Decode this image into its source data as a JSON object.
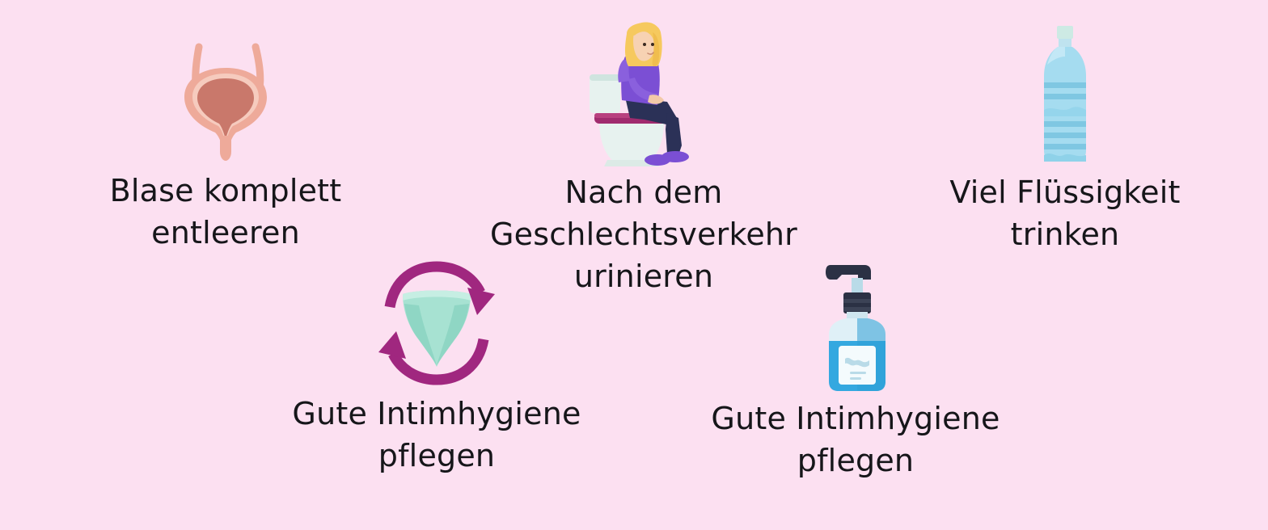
{
  "background_color": "#fce0f1",
  "text_color": "#16161a",
  "accent_color": "#a0277f",
  "tips": [
    {
      "id": "bladder",
      "icon": "bladder-icon",
      "label": "Blase komplett\nentleeren",
      "colors": {
        "wall": "#eeaa9a",
        "inner": "#c9786b",
        "ureter": "#eeaa9a"
      }
    },
    {
      "id": "toilet",
      "icon": "woman-on-toilet-icon",
      "label": "Nach dem\nGeschlechtsverkehr\nurinieren",
      "colors": {
        "shirt": "#7b4fd4",
        "pants": "#2b3157",
        "hair": "#f6c95e",
        "seat": "#a02b6e",
        "bowl": "#e7f2ef"
      }
    },
    {
      "id": "water",
      "icon": "water-bottle-icon",
      "label": "Viel Flüssigkeit\ntrinken",
      "colors": {
        "body": "#a5dcf0",
        "cap": "#cdeae4",
        "ridge": "#7fc7e2"
      }
    },
    {
      "id": "underwear",
      "icon": "underwear-change-icon",
      "label": "Gute Intimhygiene\npflegen",
      "colors": {
        "fabric": "#a7e2d2",
        "arrows": "#a0277f"
      }
    },
    {
      "id": "soap",
      "icon": "soap-dispenser-icon",
      "label": "Gute Intimhygiene\npflegen",
      "colors": {
        "pump": "#2b3144",
        "top": "#dff0f7",
        "bottle": "#34a8e0",
        "label": "#f4fbfd"
      }
    }
  ]
}
